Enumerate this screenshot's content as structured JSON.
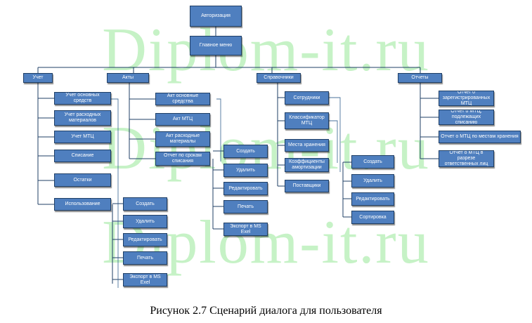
{
  "watermark": "Diplom-it.ru",
  "caption": "Рисунок 2.7 Сценарий диалога для пользователя",
  "nodes": {
    "auth": "Авторизация",
    "main": "Главное меню",
    "uchet": "Учет",
    "akty": "Акты",
    "sprav": "Справочники",
    "otchety": "Отчеты",
    "u_os": "Учет основных средств",
    "u_rm": "Учет расходных материалов",
    "u_mtc": "Учет МТЦ",
    "u_spis": "Списание",
    "u_ost": "Остатки",
    "u_isp": "Использование",
    "a_os": "Акт основные средства",
    "a_mtc": "Акт МТЦ",
    "a_rm": "Акт расходные материалы",
    "a_srok": "Отчет по срокам списания",
    "s_sotr": "Сотрудники",
    "s_klass": "Классификатор МТЦ",
    "s_mesta": "Места хранения",
    "s_koef": "Коэффициенты амортизации",
    "s_post": "Поставщики",
    "o_zar": "Отчет о зарегистрированных МТЦ",
    "o_spis": "Отчет о МТЦ, подлежащих списанию",
    "o_mesta": "Отчет о МТЦ по местам хранения",
    "o_otv": "Отчет о МТЦ в разрезе ответственных лиц",
    "g1_create": "Создать",
    "g1_delete": "Удалить",
    "g1_edit": "Редактировать",
    "g1_print": "Печать",
    "g1_export": "Экспорт в MS Exel",
    "g2_create": "Создать",
    "g2_delete": "Удалить",
    "g2_edit": "Редактировать",
    "g2_print": "Печать",
    "g2_export": "Экспорт в MS Exel",
    "g3_create": "Создать",
    "g3_delete": "Удалить",
    "g3_edit": "Редактировать",
    "g3_sort": "Сортировка"
  }
}
